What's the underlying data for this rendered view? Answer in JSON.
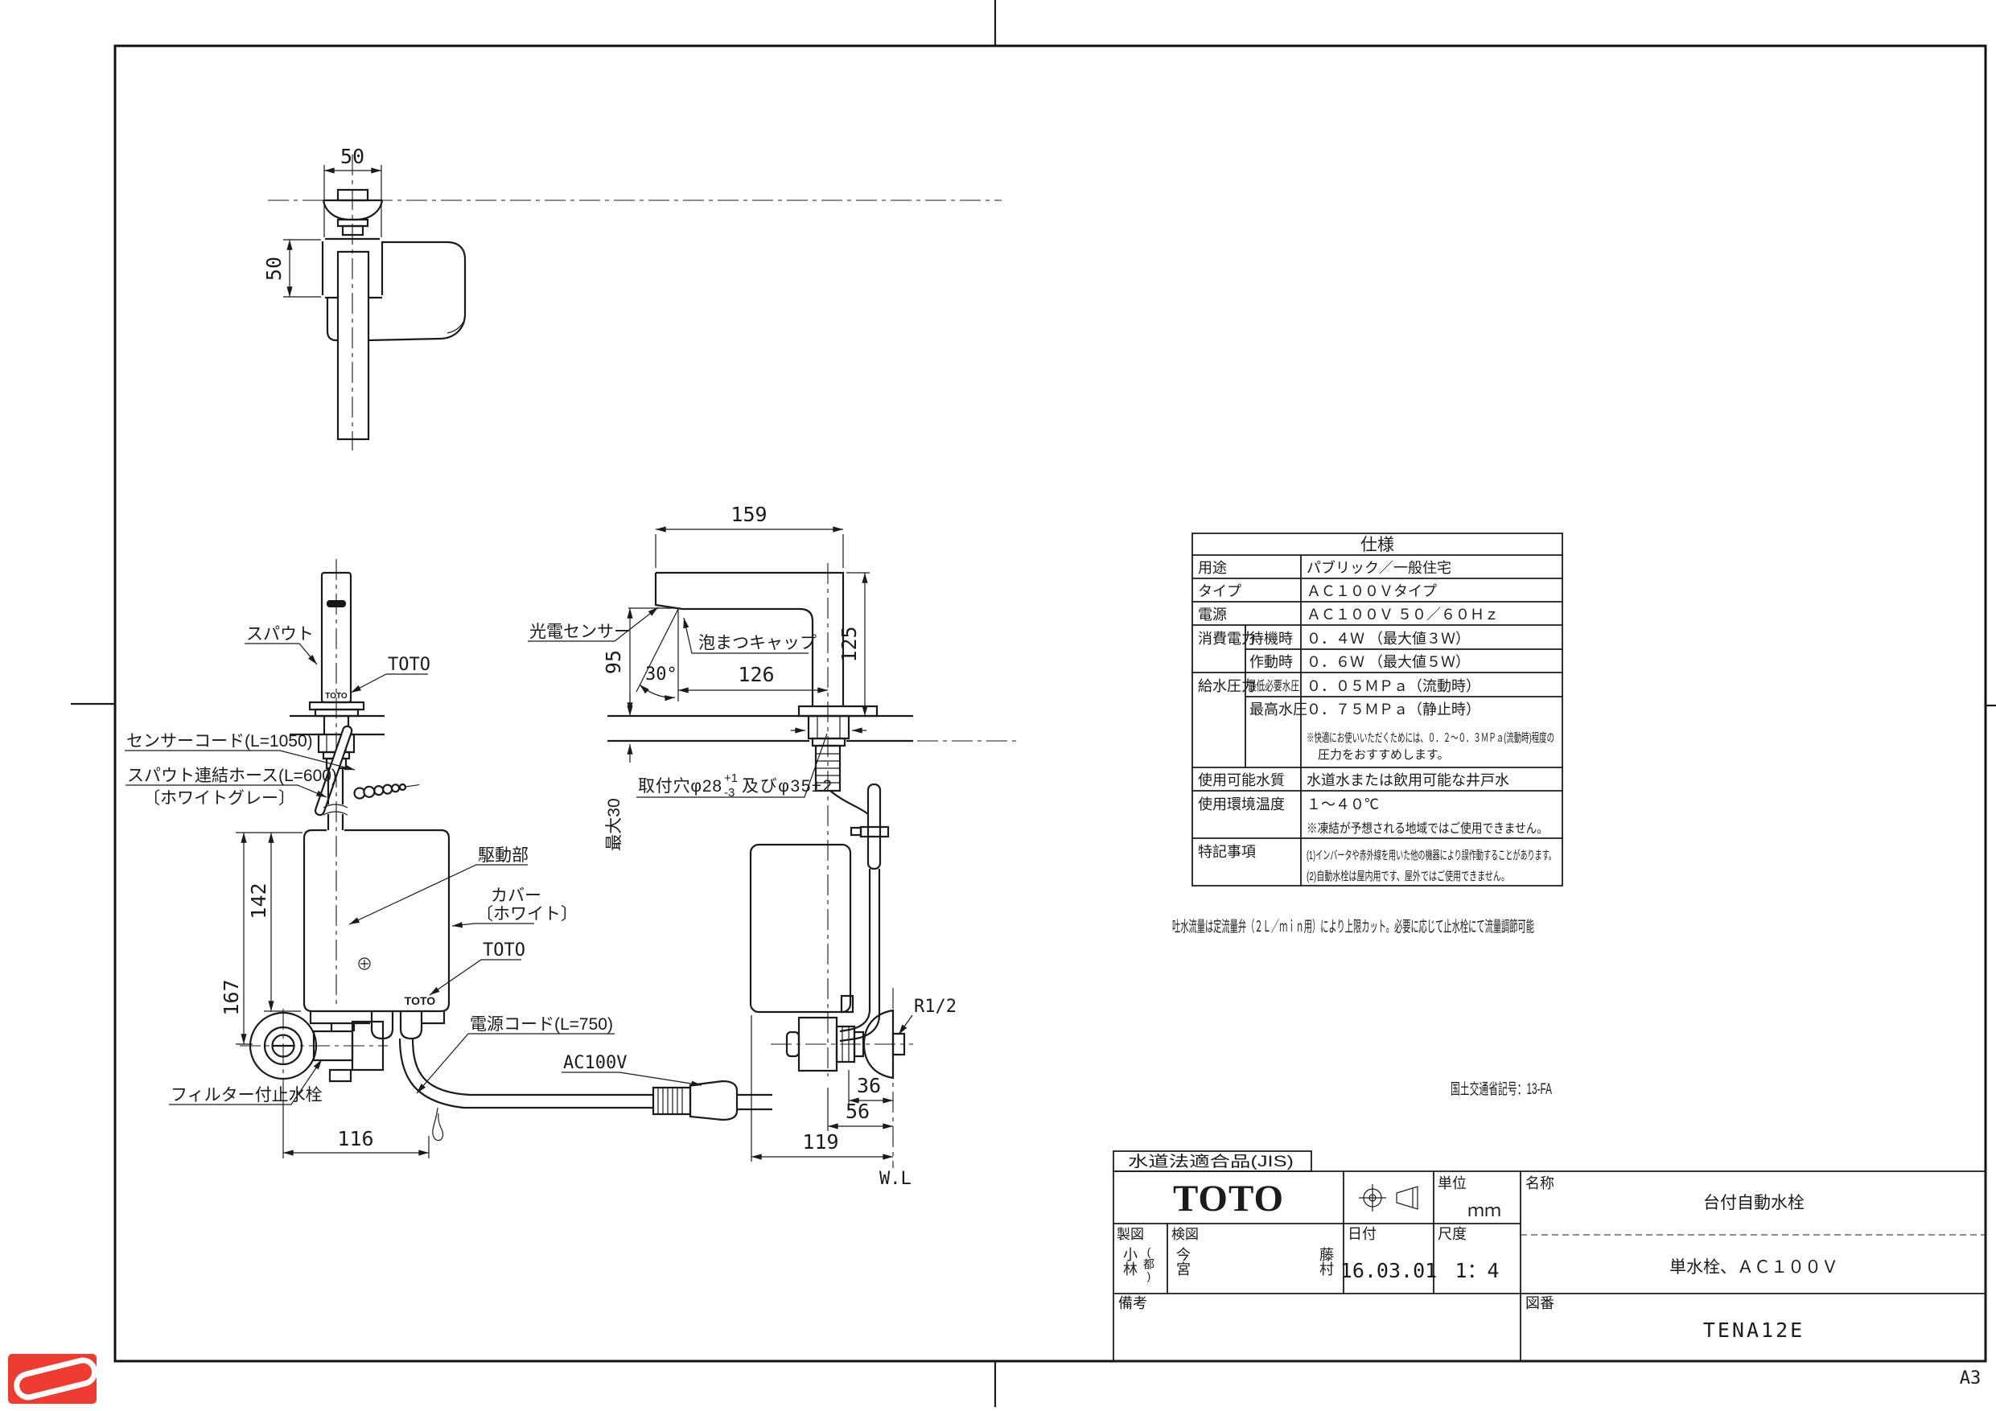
{
  "sheet": {
    "format": "A3"
  },
  "top_view": {
    "dim_width": "50",
    "dim_height": "50"
  },
  "front_view": {
    "label_spout": "スパウト",
    "label_toto_upper": "TOTO",
    "logo_spout": "TOTO",
    "label_sensor_cord": "センサーコード(L=1050)",
    "label_hose_line1": "スパウト連結ホース(L=600)",
    "label_hose_line2": "〔ホワイトグレー〕",
    "label_drive_unit": "駆動部",
    "label_cover_line1": "カバー",
    "label_cover_line2": "〔ホワイト〕",
    "label_toto_lower": "TOTO",
    "logo_box": "TOTO",
    "label_filter_valve": "フィルター付止水栓",
    "label_power_cord": "電源コード(L=750)",
    "label_ac": "AC100V",
    "dim_height_total": "167",
    "dim_height_box": "142",
    "dim_width": "116"
  },
  "side_view": {
    "label_photo_sensor": "光電センサー",
    "label_foam_cap": "泡まつキャップ",
    "mount_hole_text": "取付穴φ28",
    "mount_hole_tol_plus": "+1",
    "mount_hole_tol_minus": "-3",
    "mount_hole_text2": "及びφ35±2",
    "angle": "30°",
    "dim_max_thickness": "最大30",
    "dim_top": "159",
    "dim_height": "125",
    "dim_sensor_height": "95",
    "dim_reach": "126",
    "dim_36": "36",
    "dim_56": "56",
    "dim_119": "119",
    "label_r": "R1/2",
    "label_wl": "W.L"
  },
  "spec_table": {
    "title": "仕様",
    "rows": [
      {
        "label": "用途",
        "value": "パブリック／一般住宅"
      },
      {
        "label": "タイプ",
        "value": "ＡＣ１００Ｖタイプ"
      },
      {
        "label": "電源",
        "value": "ＡＣ１００Ｖ ５０／６０Ｈｚ"
      },
      {
        "label": "消費電力",
        "sub": "待機時",
        "value": "０．４Ｗ （最大値３Ｗ）"
      },
      {
        "sub": "作動時",
        "value": "０．６Ｗ （最大値５Ｗ）"
      },
      {
        "label": "給水圧力",
        "sub": "最低必要水圧",
        "value": "０．０５ＭＰａ（流動時）"
      },
      {
        "sub": "最高水圧",
        "value": "０．７５ＭＰａ（静止時）"
      },
      {
        "note1": "※快適にお使いいただくためには、０．２～０．３ＭＰａ(流動時)程度の",
        "note2": "圧力をおすすめします。"
      },
      {
        "label": "使用可能水質",
        "value": "水道水または飲用可能な井戸水"
      },
      {
        "label": "使用環境温度",
        "value": "１～４０℃",
        "note": "※凍結が予想される地域ではご使用できません。"
      },
      {
        "label": "特記事項",
        "value1": "(1)インバータや赤外線を用いた他の機器により誤作動することがあります。",
        "value2": "(2)自動水栓は屋内用です、屋外ではご使用できません。"
      }
    ]
  },
  "notes": {
    "flow_note": "吐水流量は定流量弁（２Ｌ／ｍｉｎ用）により上限カット。必要に応じて止水栓にて流量調節可能",
    "ministry_code": "国土交通省記号：13-FA"
  },
  "title_block": {
    "jis_label": "水道法適合品(JIS)",
    "brand": "TOTO",
    "unit_label": "単位",
    "unit_value": "ｍｍ",
    "date_label": "日付",
    "date_value": "16.03.01",
    "scale_label": "尺度",
    "scale_value": "1：4",
    "name_label": "名称",
    "name_line1": "台付自動水栓",
    "name_line2": "単水栓、ＡＣ１００Ｖ",
    "drafter_label": "製図",
    "drafter_name": "小林",
    "drafter_sub": "(都)",
    "checker_label": "検図",
    "checker_name1": "今宮",
    "checker_name2": "藤村",
    "remarks_label": "備考",
    "number_label": "図番",
    "number_value": "TENA12E"
  }
}
